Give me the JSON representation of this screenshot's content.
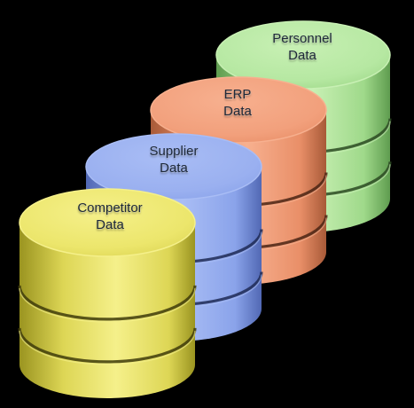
{
  "diagram": {
    "background": "#000000",
    "cylinders": [
      {
        "id": "personnel",
        "line1": "Personnel",
        "line2": "Data",
        "colors": {
          "light": "#c8f0b4",
          "mid": "#9fd98a",
          "dark": "#5f9c4f",
          "top": "#b6e8a2",
          "band": "#2c4a22"
        }
      },
      {
        "id": "erp",
        "line1": "ERP",
        "line2": "Data",
        "colors": {
          "light": "#f7b08f",
          "mid": "#e98f68",
          "dark": "#a85a38",
          "top": "#f2a07c",
          "band": "#4a2414"
        }
      },
      {
        "id": "supplier",
        "line1": "Supplier",
        "line2": "Data",
        "colors": {
          "light": "#a9bdf5",
          "mid": "#8aa3ea",
          "dark": "#5168b4",
          "top": "#9ab0f0",
          "band": "#1f2a55"
        }
      },
      {
        "id": "competitor",
        "line1": "Competitor",
        "line2": "Data",
        "colors": {
          "light": "#f5f08a",
          "mid": "#ddd655",
          "dark": "#9a9420",
          "top": "#ece66c",
          "band": "#3e3b0a"
        }
      }
    ]
  }
}
